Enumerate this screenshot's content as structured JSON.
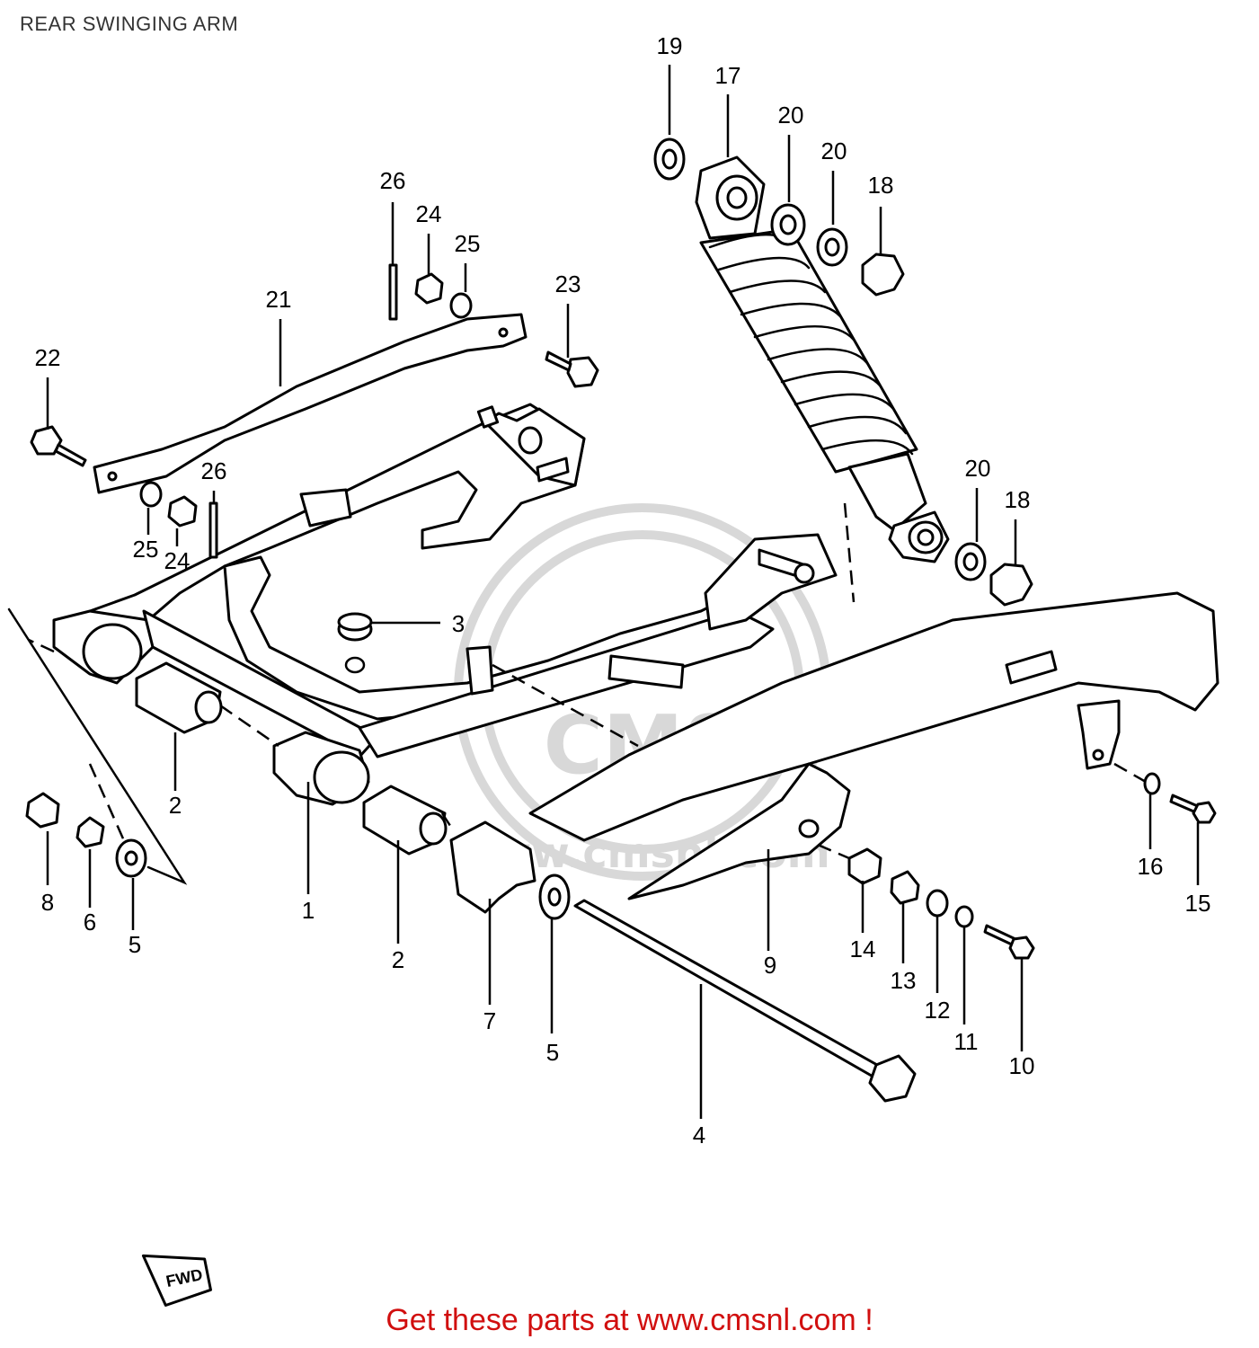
{
  "title": "REAR SWINGING ARM",
  "footer": "Get these parts at www.cmsnl.com !",
  "watermark": {
    "logo": "CMS",
    "url": "www.cmsnl.com"
  },
  "fwd_label": "FWD",
  "callouts": [
    "1",
    "2",
    "2",
    "3",
    "4",
    "5",
    "5",
    "6",
    "7",
    "8",
    "9",
    "10",
    "11",
    "12",
    "13",
    "14",
    "15",
    "16",
    "17",
    "18",
    "18",
    "19",
    "20",
    "20",
    "20",
    "21",
    "22",
    "23",
    "24",
    "24",
    "25",
    "25",
    "26",
    "26"
  ],
  "colors": {
    "line": "#000000",
    "footer": "#d10f0f",
    "watermark": "#d8d8d8"
  }
}
